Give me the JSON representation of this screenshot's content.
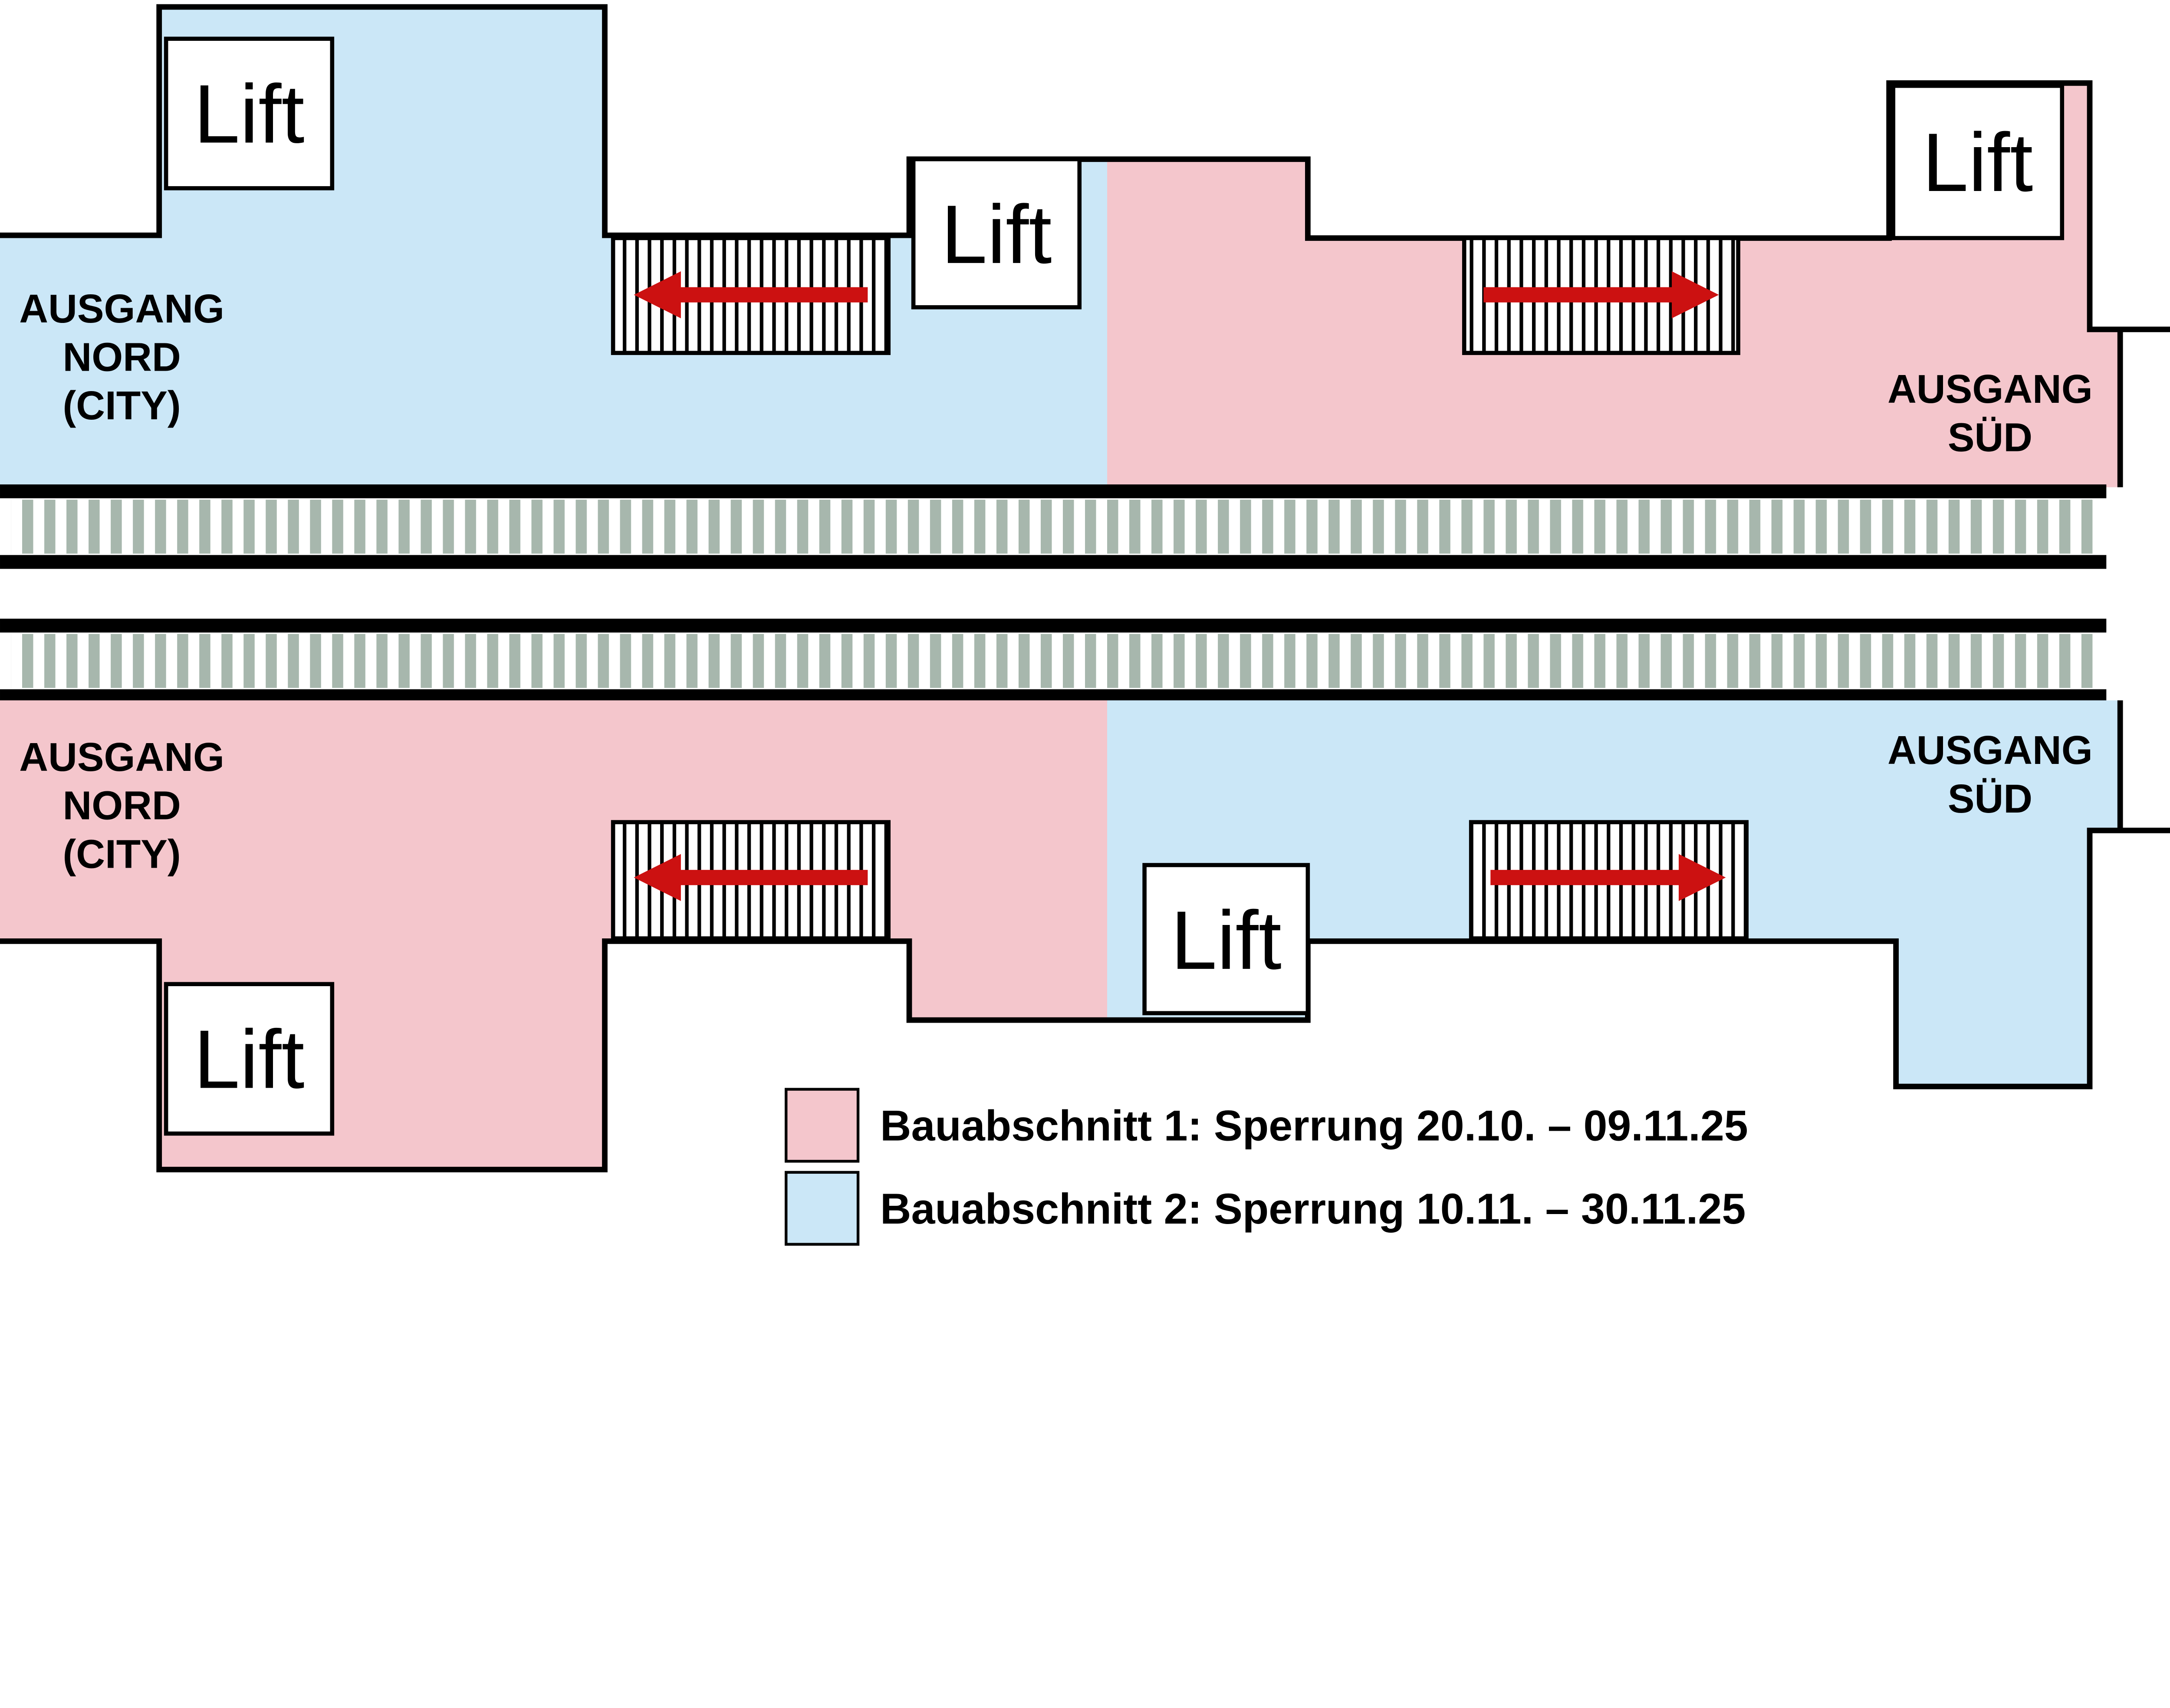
{
  "colors": {
    "zone1": "#f4c6cc",
    "zone2": "#cbe7f7",
    "arrow": "#cc1111",
    "ties": "#a7b7ad",
    "outline": "#000000"
  },
  "labels": {
    "lift": "Lift",
    "exit_north": [
      "AUSGANG",
      "NORD",
      "(CITY)"
    ],
    "exit_south": [
      "AUSGANG",
      "SÜD"
    ]
  },
  "legend": {
    "items": [
      {
        "label": "Bauabschnitt 1: Sperrung 20.10. – 09.11.25",
        "color": "#f4c6cc"
      },
      {
        "label": "Bauabschnitt 2: Sperrung 10.11. – 30.11.25",
        "color": "#cbe7f7"
      }
    ]
  }
}
